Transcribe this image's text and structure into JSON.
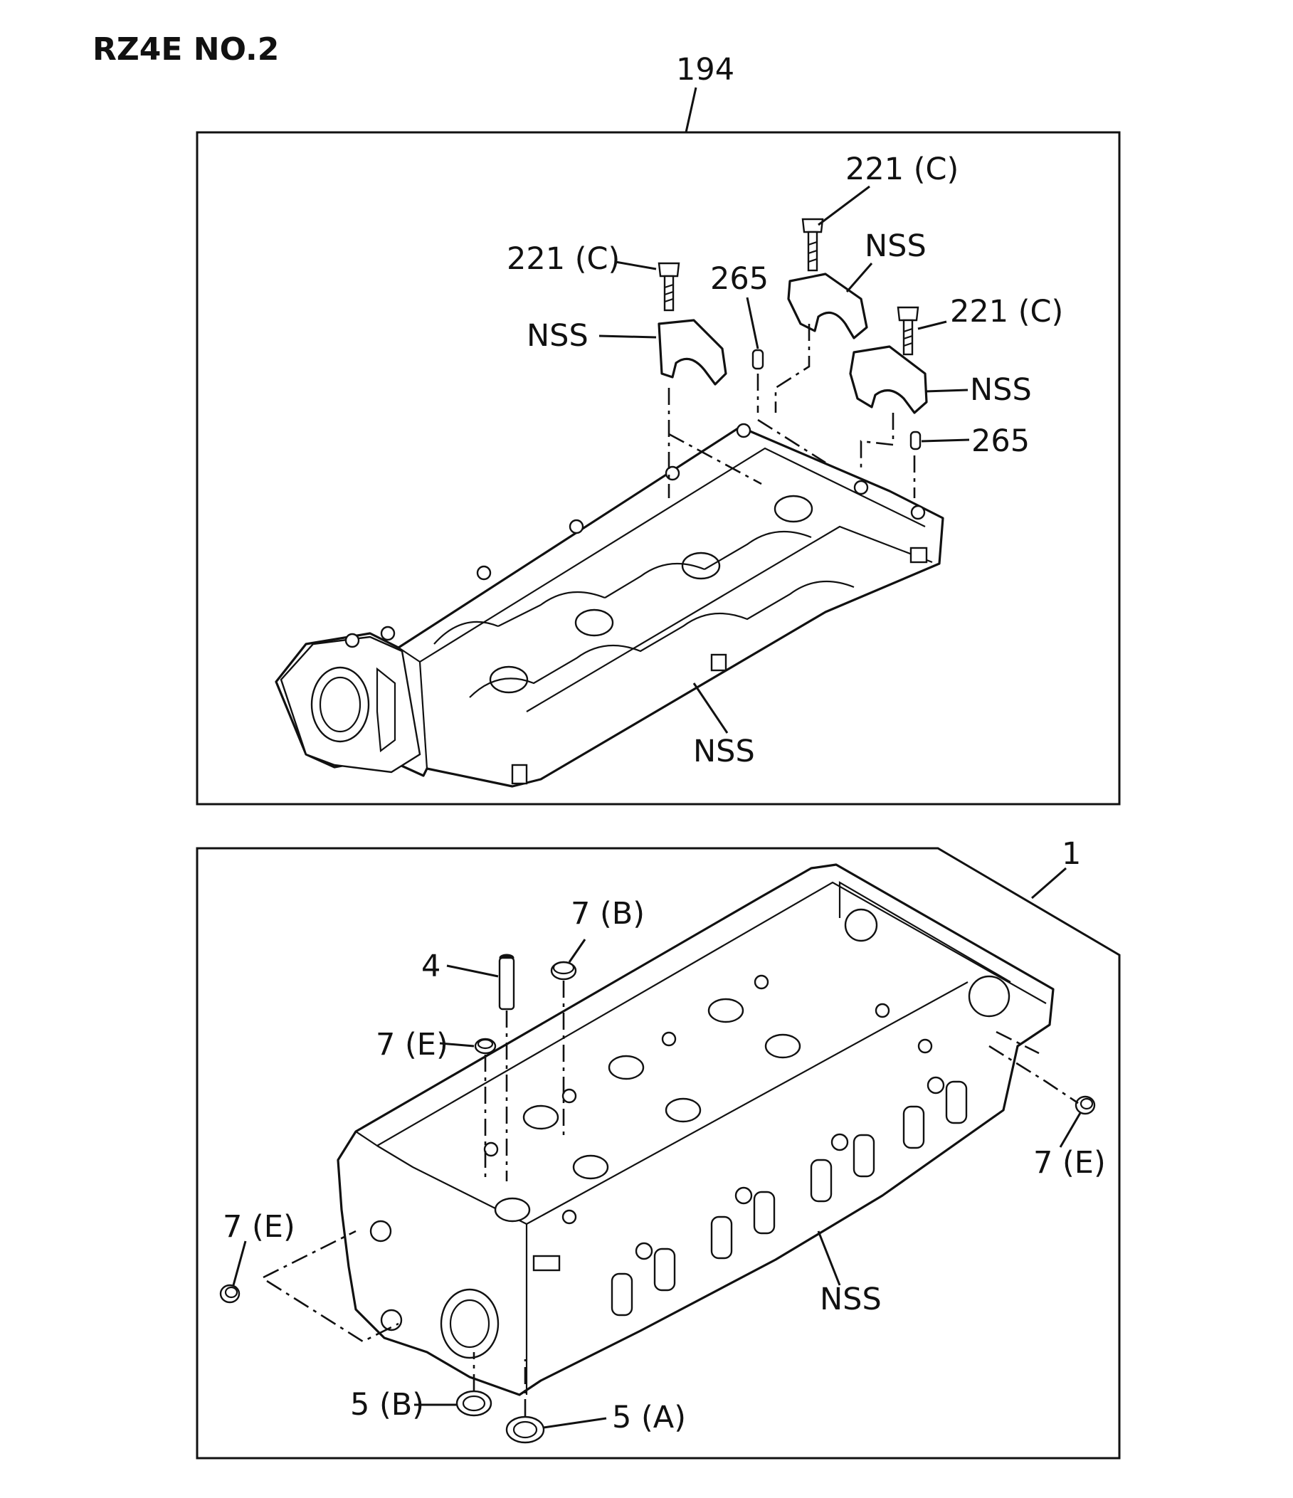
{
  "title": "RZ4E NO.2",
  "callouts": {
    "top_assembly": "194",
    "bolt_1": "221 (C)",
    "bolt_2": "221 (C)",
    "bolt_3": "221 (C)",
    "cap_1": "NSS",
    "cap_2": "NSS",
    "cap_3": "NSS",
    "pin_1": "265",
    "pin_2": "265",
    "carrier": "NSS",
    "head_assembly": "1",
    "seal_top": "7 (B)",
    "guide_pin": "4",
    "plug_left": "7 (E)",
    "plug_side_left": "7 (E)",
    "plug_side_right": "7 (E)",
    "head": "NSS",
    "seal_b": "5 (B)",
    "seal_a": "5 (A)"
  }
}
